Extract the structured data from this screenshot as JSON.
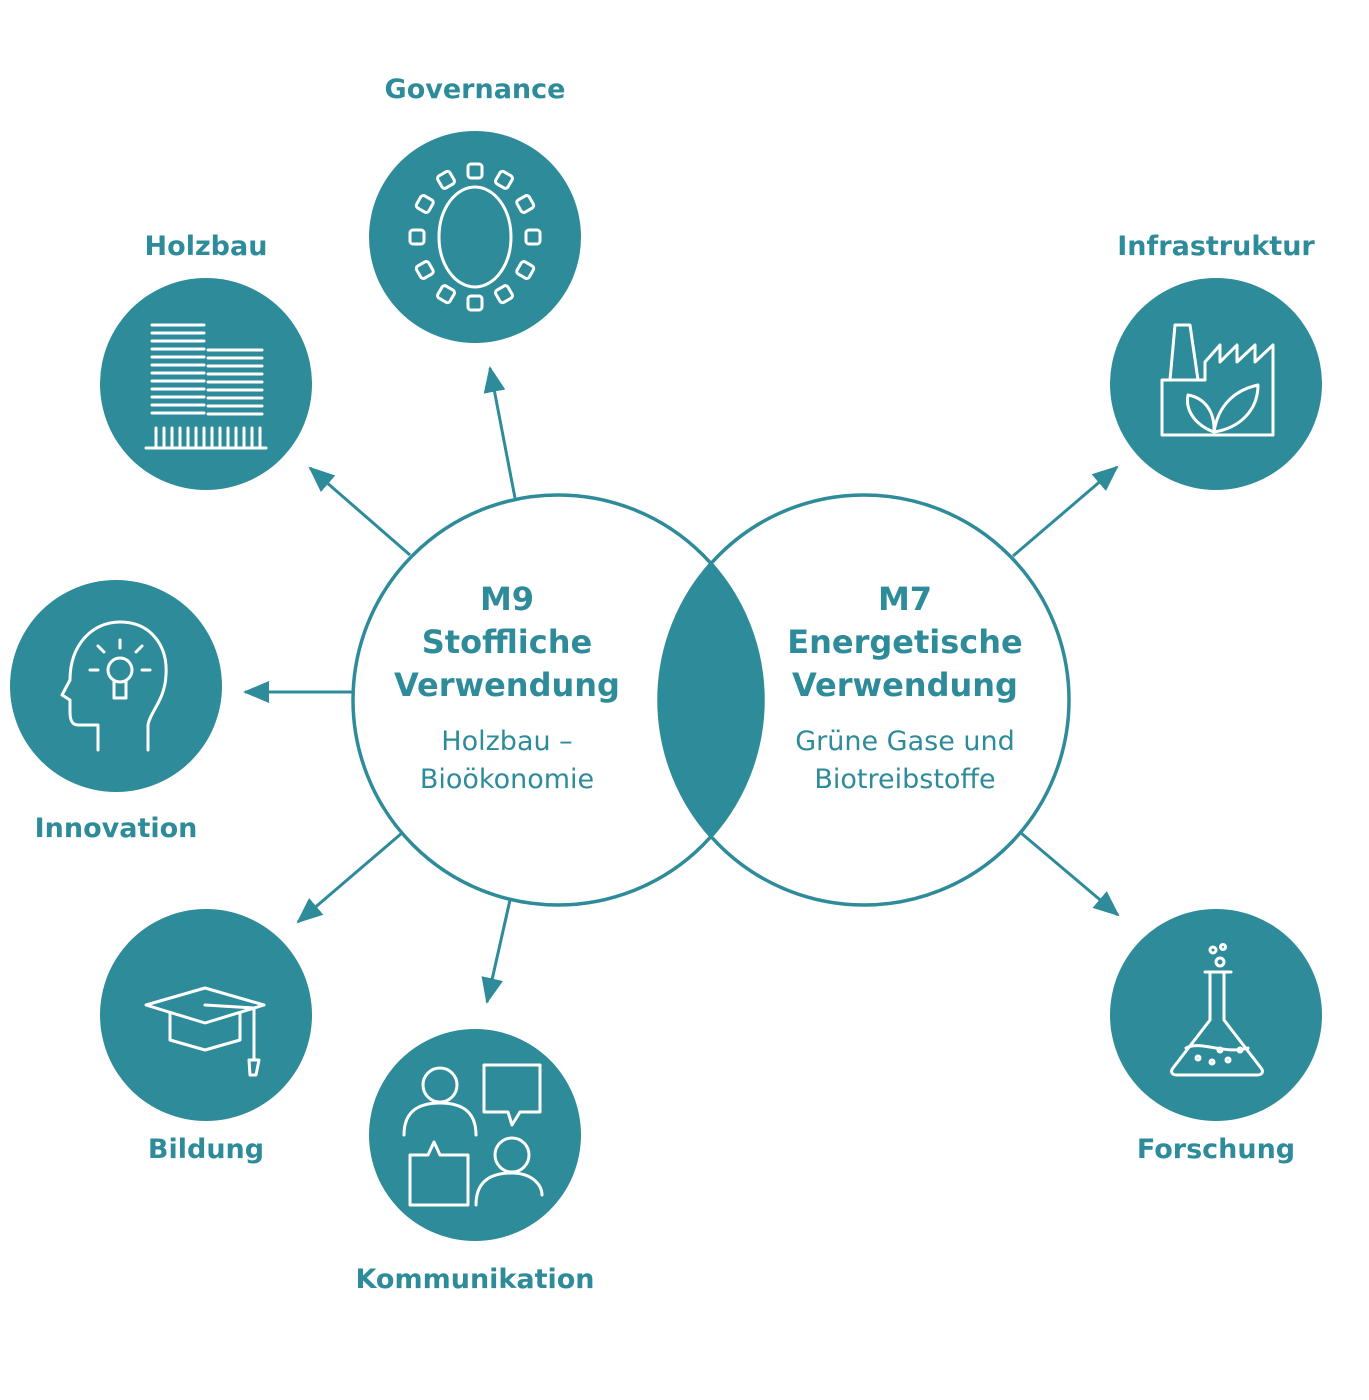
{
  "colors": {
    "accent": "#2e8b99",
    "background": "#ffffff"
  },
  "center": {
    "left": {
      "code": "M9",
      "title": [
        "Stoffliche",
        "Verwendung"
      ],
      "subtitle": [
        "Holzbau –",
        "Bioökonomie"
      ]
    },
    "right": {
      "code": "M7",
      "title": [
        "Energetische",
        "Verwendung"
      ],
      "subtitle": [
        "Grüne Gase und",
        "Biotreibstoffe"
      ]
    }
  },
  "nodes": {
    "governance": {
      "label": "Governance",
      "icon": "round-table-icon"
    },
    "holzbau": {
      "label": "Holzbau",
      "icon": "buildings-icon"
    },
    "infrastruktur": {
      "label": "Infrastruktur",
      "icon": "factory-leaf-icon"
    },
    "innovation": {
      "label": "Innovation",
      "icon": "head-lightbulb-icon"
    },
    "bildung": {
      "label": "Bildung",
      "icon": "graduation-cap-icon"
    },
    "kommunikation": {
      "label": "Kommunikation",
      "icon": "people-chat-icon"
    },
    "forschung": {
      "label": "Forschung",
      "icon": "flask-icon"
    }
  }
}
